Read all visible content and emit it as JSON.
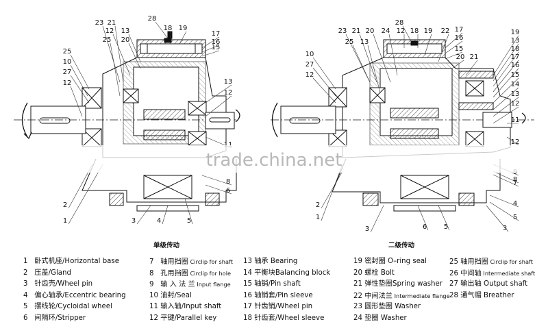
{
  "watermark": "trade.china.net",
  "left_diagram": {
    "caption": "单级传动",
    "callouts": [
      "23",
      "21",
      "28",
      "18",
      "19",
      "25",
      "13",
      "20",
      "12",
      "17",
      "16",
      "15",
      "25",
      "10",
      "27",
      "12",
      "13",
      "12",
      "11",
      "8",
      "6",
      "2",
      "1",
      "3",
      "4",
      "5"
    ]
  },
  "right_diagram": {
    "caption": "二级传动",
    "callouts": [
      "28",
      "23",
      "21",
      "20",
      "24",
      "12",
      "18",
      "19",
      "22",
      "17",
      "16",
      "15",
      "20",
      "21",
      "25",
      "13",
      "10",
      "27",
      "12",
      "19",
      "13",
      "18",
      "17",
      "16",
      "15",
      "14",
      "13",
      "12",
      "11",
      "12",
      "9",
      "7",
      "8",
      "4",
      "5",
      "3",
      "1",
      "2",
      "3",
      "6",
      "5"
    ]
  },
  "legend": {
    "col1": [
      {
        "num": "1",
        "zh": "卧式机座",
        "en": "/Horizontal base"
      },
      {
        "num": "2",
        "zh": "压盖",
        "en": "/Gland"
      },
      {
        "num": "3",
        "zh": "针齿壳",
        "en": "/Wheel pin"
      },
      {
        "num": "4",
        "zh": "偏心轴承",
        "en": "/Eccentric bearing"
      },
      {
        "num": "5",
        "zh": "摆线轮",
        "en": "/Cycloidal wheel"
      },
      {
        "num": "6",
        "zh": "间隔环",
        "en": "/Stripper"
      }
    ],
    "col2": [
      {
        "num": "7",
        "zh": "轴用挡圈",
        "en": "Circlip for shaft",
        "small": true
      },
      {
        "num": "8",
        "zh": "孔用挡圈",
        "en": "Circlip for hole",
        "small": true
      },
      {
        "num": "9",
        "zh": "输 入 法 兰",
        "en": "Input flange",
        "small": true
      },
      {
        "num": "10",
        "zh": "油封",
        "en": "/Seal"
      },
      {
        "num": "11",
        "zh": "输入轴",
        "en": "/Input shaft"
      },
      {
        "num": "12",
        "zh": "平键",
        "en": "/Parallel key"
      }
    ],
    "col3": [
      {
        "num": "13",
        "zh": "轴承",
        "en": " Bearing"
      },
      {
        "num": "14",
        "zh": "平衡块",
        "en": "Balancing block"
      },
      {
        "num": "15",
        "zh": "轴销",
        "en": "/Pin shaft"
      },
      {
        "num": "16",
        "zh": "轴销套",
        "en": "/Pin sleeve"
      },
      {
        "num": "17",
        "zh": "针齿销",
        "en": "/Wheel pin"
      },
      {
        "num": "18",
        "zh": "针齿套",
        "en": "/Wheel sleeve"
      }
    ],
    "col4": [
      {
        "num": "19",
        "zh": "密封圈",
        "en": " O–ring seal"
      },
      {
        "num": "20",
        "zh": "螺栓",
        "en": "  Bolt"
      },
      {
        "num": "21",
        "zh": "弹性垫圈",
        "en": "Spring washer"
      },
      {
        "num": "22",
        "zh": "中间法兰",
        "en": "Intermediate flange",
        "small": true
      },
      {
        "num": "23",
        "zh": "圆形垫圈",
        "en": " Washer"
      },
      {
        "num": "24",
        "zh": "垫圈",
        "en": "  Washer"
      }
    ],
    "col5": [
      {
        "num": "25",
        "zh": "轴用挡圈",
        "en": "Circlip for shaft",
        "small": true
      },
      {
        "num": "26",
        "zh": "中间轴",
        "en": "Intermediate shaft",
        "small": true
      },
      {
        "num": "27",
        "zh": "输出轴",
        "en": " Output shaft"
      },
      {
        "num": "28",
        "zh": "通气帽",
        "en": " Breather"
      }
    ]
  }
}
